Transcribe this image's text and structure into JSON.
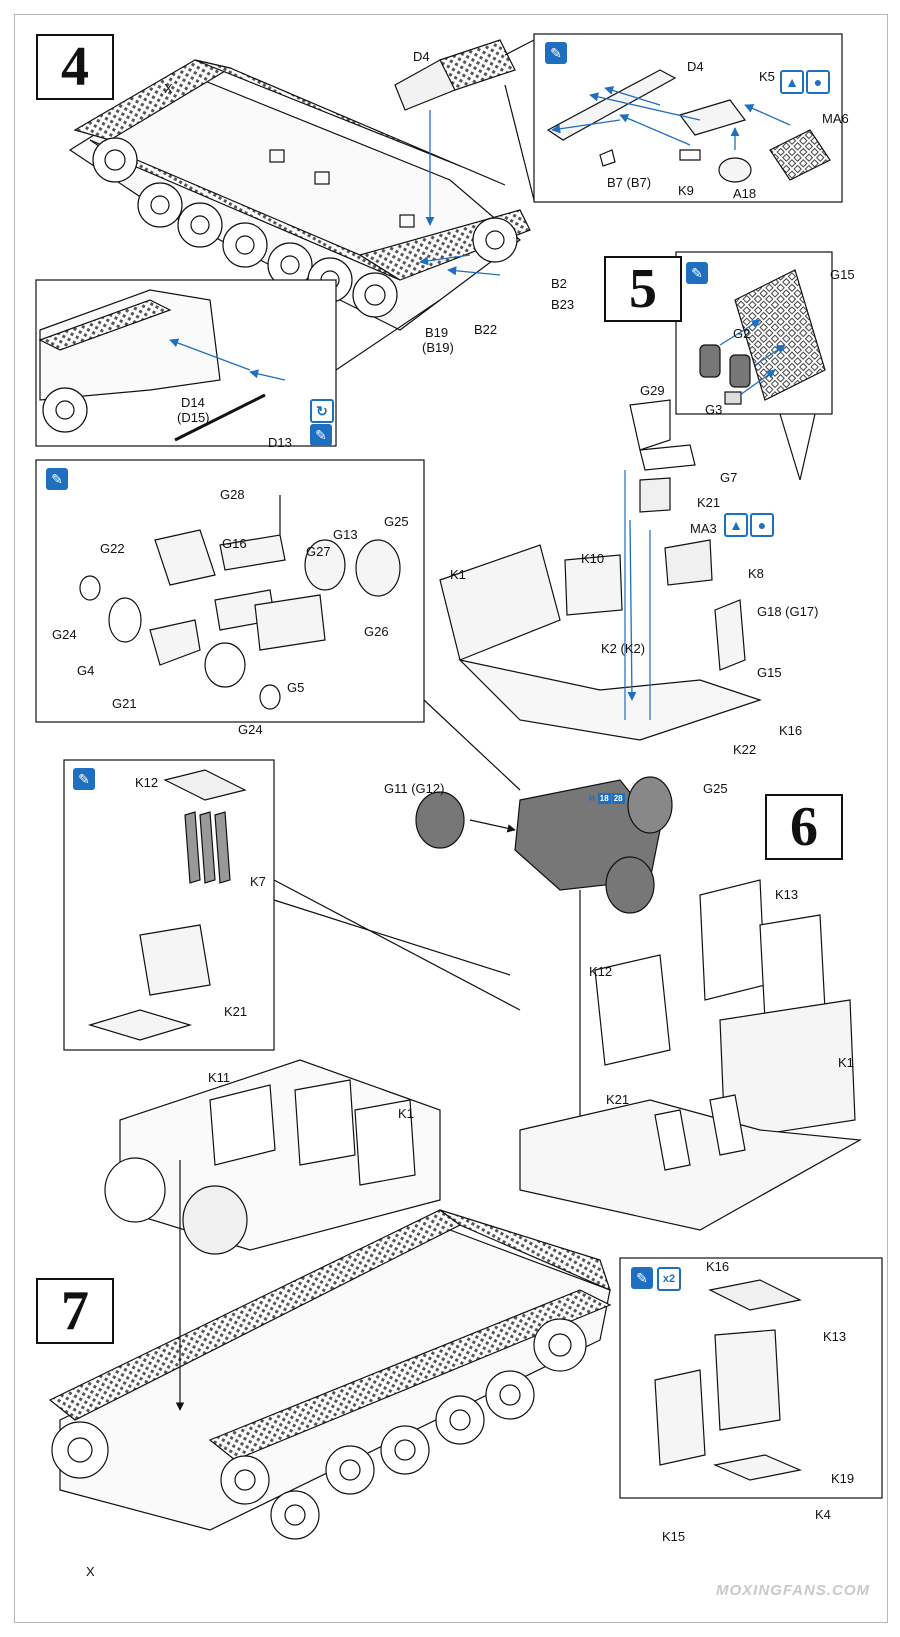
{
  "steps": {
    "s4": "4",
    "s5": "5",
    "s6": "6",
    "s7": "7"
  },
  "parts": {
    "X_top": "X",
    "D4_main": "D4",
    "D4_inset": "D4",
    "K5": "K5",
    "MA6": "MA6",
    "B7": "B7 (B7)",
    "K9": "K9",
    "A18": "A18",
    "B2": "B2",
    "B23": "B23",
    "B22": "B22",
    "B19": "B19",
    "B19b": "(B19)",
    "D14": "D14",
    "D15": "(D15)",
    "D13": "D13",
    "G15_inset": "G15",
    "G2": "G2",
    "G3": "G3",
    "G29": "G29",
    "G7": "G7",
    "K21_s5": "K21",
    "MA3": "MA3",
    "K8": "K8",
    "G18": "G18 (G17)",
    "K1_s5": "K1",
    "K10": "K10",
    "K2": "K2 (K2)",
    "G15_s5": "G15",
    "K16_s5": "K16",
    "K22": "K22",
    "G28": "G28",
    "G22": "G22",
    "G16": "G16",
    "G27": "G27",
    "G13": "G13",
    "G25_inset": "G25",
    "G24a": "G24",
    "G4": "G4",
    "G26": "G26",
    "G21": "G21",
    "G5": "G5",
    "G24b": "G24",
    "G11": "G11 (G12)",
    "G25_main": "G25",
    "K12_inset": "K12",
    "K7": "K7",
    "K21_inset": "K21",
    "K11": "K11",
    "K13_s6": "K13",
    "K12_s6": "K12",
    "K21_s6": "K21",
    "K1_s6": "K1",
    "K16_s6": "K16",
    "K1_s7": "K1",
    "X_bottom": "X",
    "K13_inset": "K13",
    "K19": "K19",
    "K15": "K15",
    "K4": "K4"
  },
  "badge": {
    "prefix": "H",
    "n1": "18",
    "n2": "28"
  },
  "icons": {
    "glue": "glue-brush-icon",
    "cement": "cement-drop-icon",
    "up": "top-view-arrow-icon",
    "rotate": "rotate-assembly-icon",
    "times2_label": "x2"
  },
  "colors": {
    "accent": "#1f6fc0",
    "ink": "#111111",
    "gray_part": "#6f6f6f"
  },
  "watermark": "MOXINGFANS.COM"
}
